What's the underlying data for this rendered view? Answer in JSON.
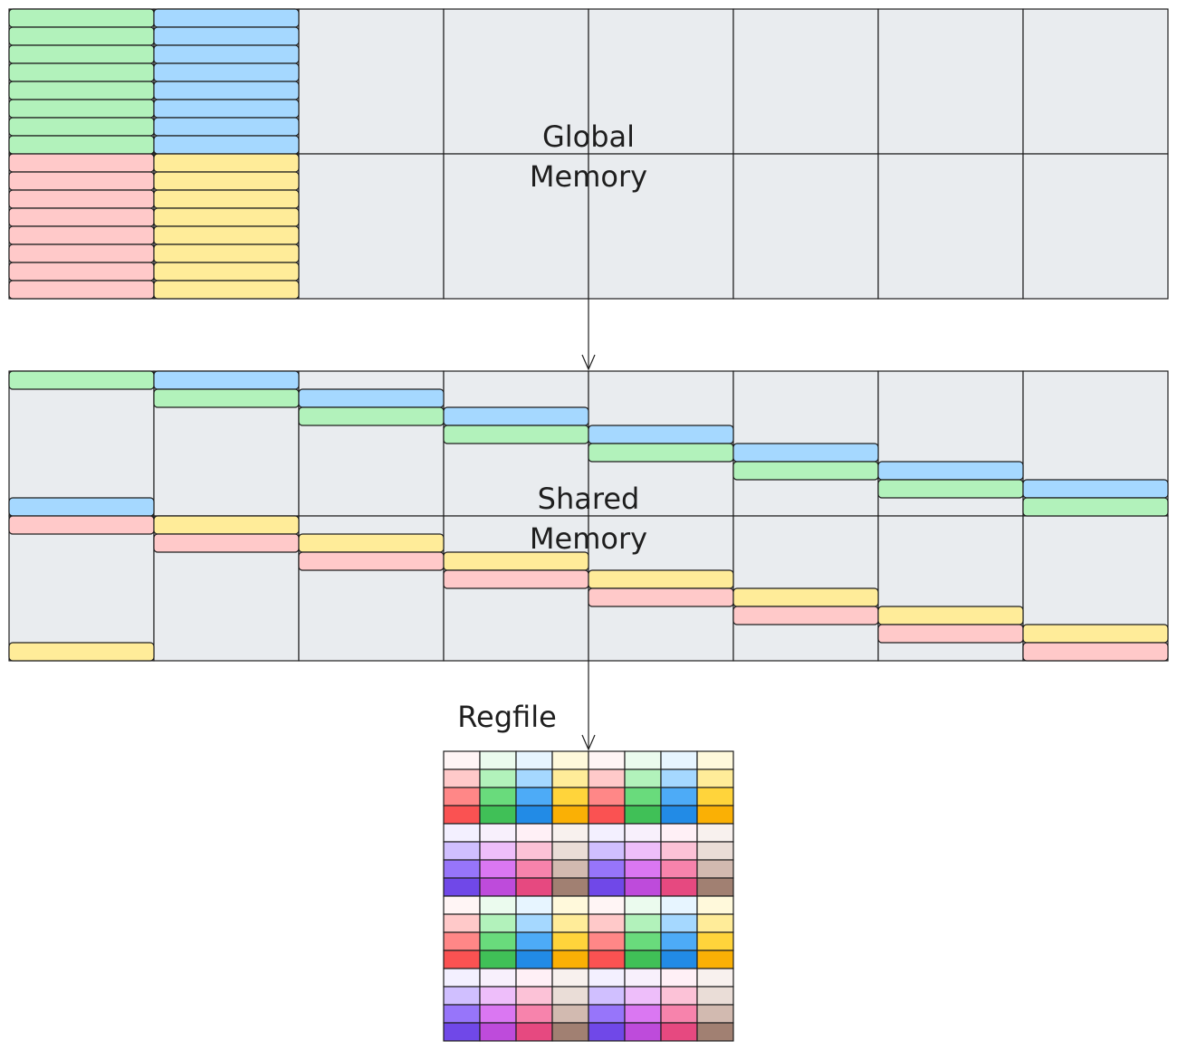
{
  "labels": {
    "global_line1": "Global",
    "global_line2": "Memory",
    "shared_line1": "Shared",
    "shared_line2": "Memory",
    "regfile": "Regfile"
  },
  "colors": {
    "background": "#ffffff",
    "grid_fill": "#e9ecef",
    "stroke": "#1e1e1e",
    "green": "#b2f2bb",
    "blue": "#a5d8ff",
    "red": "#ffc9c9",
    "yellow": "#ffec99"
  },
  "regfile_palette": [
    [
      "#fff5f5",
      "#ebfbee",
      "#e7f5ff",
      "#fff9db",
      "#fff5f5",
      "#ebfbee",
      "#e7f5ff",
      "#fff9db"
    ],
    [
      "#ffc9c9",
      "#b2f2bb",
      "#a5d8ff",
      "#ffec99",
      "#ffc9c9",
      "#b2f2bb",
      "#a5d8ff",
      "#ffec99"
    ],
    [
      "#ff8787",
      "#69db7c",
      "#4dabf7",
      "#ffd43b",
      "#ff8787",
      "#69db7c",
      "#4dabf7",
      "#ffd43b"
    ],
    [
      "#fa5252",
      "#40c057",
      "#228be6",
      "#fab005",
      "#fa5252",
      "#40c057",
      "#228be6",
      "#fab005"
    ],
    [
      "#f3f0ff",
      "#f8f0fc",
      "#fff0f6",
      "#f8f1ee",
      "#f3f0ff",
      "#f8f0fc",
      "#fff0f6",
      "#f8f1ee"
    ],
    [
      "#d0bfff",
      "#eebefa",
      "#fcc2d7",
      "#eaddd7",
      "#d0bfff",
      "#eebefa",
      "#fcc2d7",
      "#eaddd7"
    ],
    [
      "#9775fa",
      "#da77f2",
      "#f783ac",
      "#d2bab0",
      "#9775fa",
      "#da77f2",
      "#f783ac",
      "#d2bab0"
    ],
    [
      "#7048e8",
      "#be4bdb",
      "#e64980",
      "#a18072",
      "#7048e8",
      "#be4bdb",
      "#e64980",
      "#a18072"
    ]
  ]
}
